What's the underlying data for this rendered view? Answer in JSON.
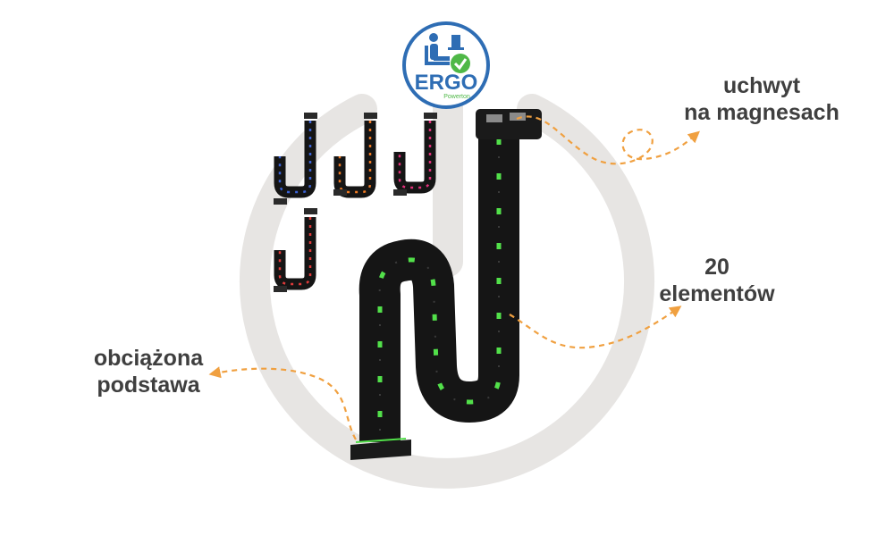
{
  "logo": {
    "brand": "ERGO",
    "subbrand": "Powerton",
    "colors": {
      "ring": "#2e6db4",
      "brand": "#2e6db4",
      "check": "#4fb847"
    }
  },
  "labels": {
    "magnets": [
      "uchwyt",
      "na magnesach"
    ],
    "elements": [
      "20",
      "elementów"
    ],
    "base": [
      "obciążona",
      "podstawa"
    ]
  },
  "colors": {
    "accent_green": "#52e04a",
    "arrow_orange": "#f0a040",
    "power_ring": "#e7e5e3",
    "spine_black": "#151515",
    "text": "#3f3f3f",
    "variant_blue": "#3b63d6",
    "variant_orange": "#f07a22",
    "variant_pink": "#e0307a",
    "variant_red": "#e03a3a"
  },
  "variants": [
    "blue",
    "orange",
    "pink",
    "red"
  ],
  "icons": [
    "power-symbol-icon",
    "office-chair-icon",
    "check-icon",
    "arrow-right-icon",
    "arrow-left-icon"
  ]
}
